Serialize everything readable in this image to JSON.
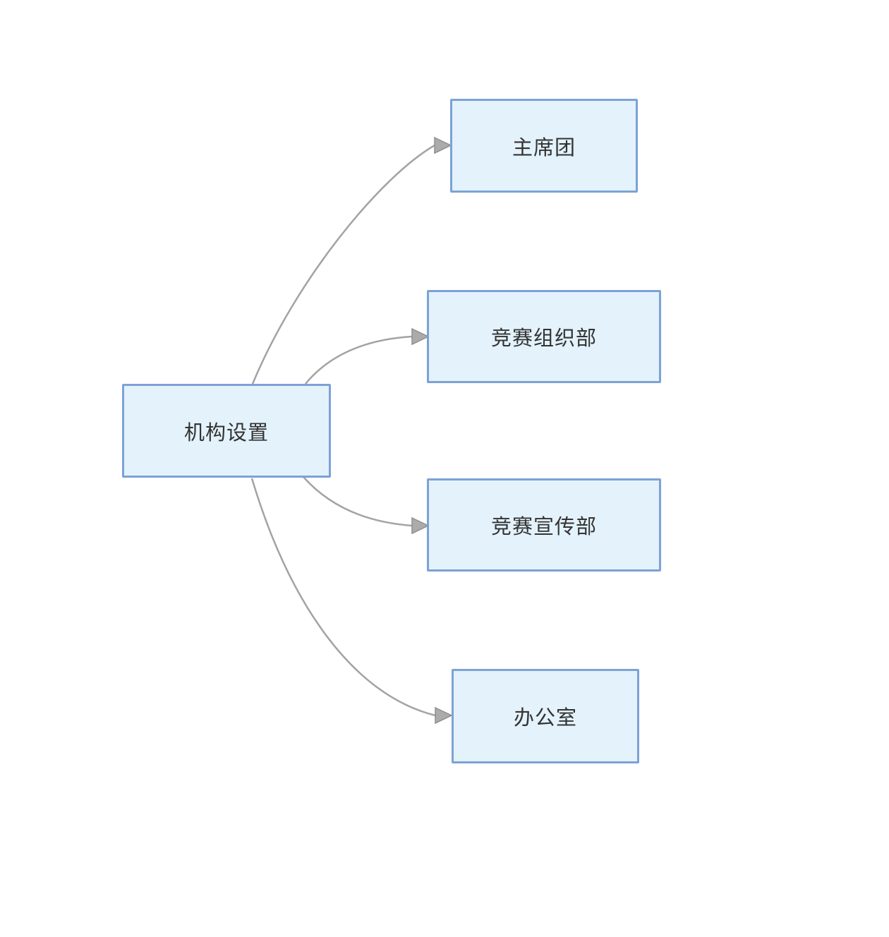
{
  "diagram": {
    "type": "mindmap",
    "root": {
      "label": "机构设置"
    },
    "children": [
      {
        "label": "主席团"
      },
      {
        "label": "竞赛组织部"
      },
      {
        "label": "竞赛宣传部"
      },
      {
        "label": "办公室"
      }
    ],
    "colors": {
      "node_fill": "#e3f2fb",
      "node_border": "#7ca2d6",
      "connector": "#a3a3a3",
      "arrow_fill": "#ababab",
      "arrow_stroke": "#8f8f8f",
      "text": "#333333",
      "background": "#ffffff"
    }
  }
}
